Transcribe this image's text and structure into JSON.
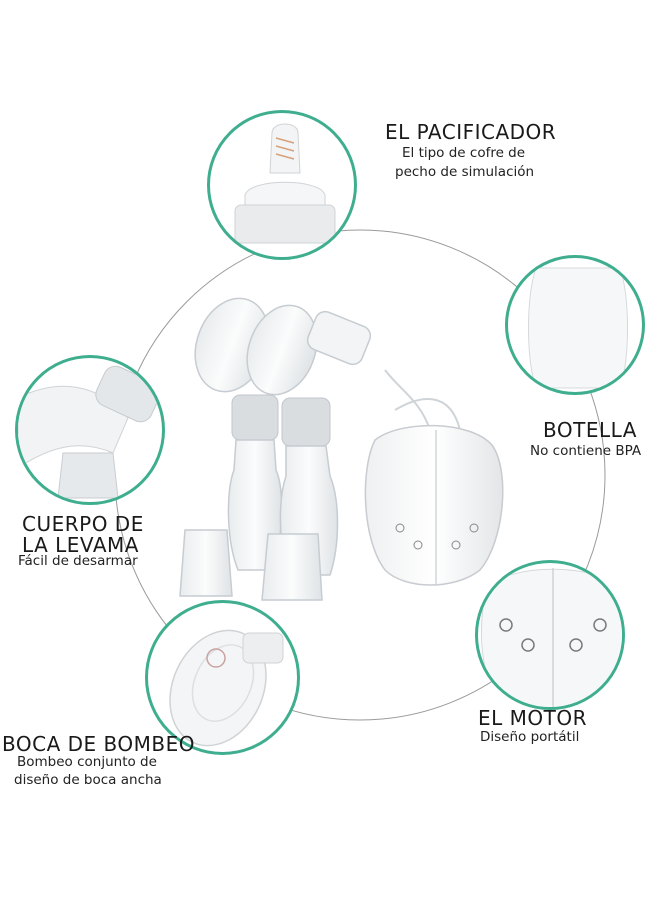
{
  "colors": {
    "accent": "#3fae8f",
    "background": "#ffffff",
    "text": "#1a1a1a"
  },
  "callouts": {
    "pacifier": {
      "title": "EL PACIFICADOR",
      "line1": "El tipo de cofre de",
      "line2": "pecho de simulación"
    },
    "bottle": {
      "title": "BOTELLA",
      "line1": "No contiene BPA"
    },
    "cam_body": {
      "title_line1": "CUERPO DE",
      "title_line2": "LA LEVAMA",
      "line1": "Fácil de desarmar"
    },
    "pump_mouth": {
      "title": "BOCA DE BOMBEO",
      "line1": "Bombeo conjunto de",
      "line2": "diseño de boca ancha"
    },
    "motor": {
      "title": "EL MOTOR",
      "line1": "Diseño portátil"
    }
  }
}
